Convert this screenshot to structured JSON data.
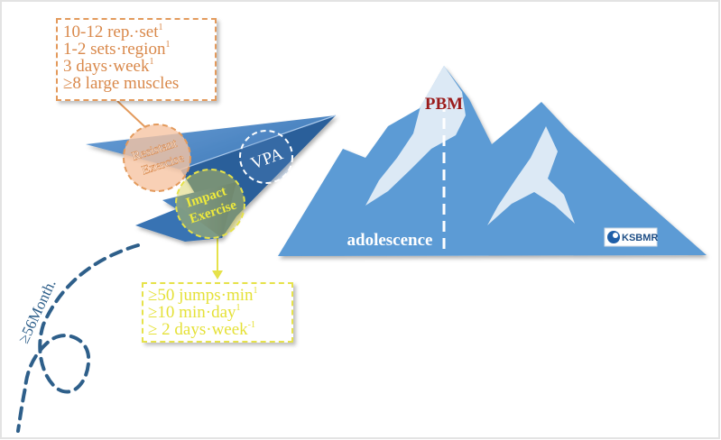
{
  "resistance_box": {
    "line1": "10-12 rep.·set",
    "line1_sup": "1",
    "line2": "1-2 sets·region",
    "line2_sup": "1",
    "line3": "3 days·week",
    "line3_sup": "1",
    "line4": "≥8 large muscles"
  },
  "impact_box": {
    "line1": "≥50 jumps·min",
    "line1_sup": "1",
    "line2": "≥10 min·day",
    "line2_sup": "1",
    "line3": "≥ 2 days·week",
    "line3_sup": "-1"
  },
  "plane": {
    "resistance_label_1": "Resistant",
    "resistance_label_2": "Exercise",
    "impact_label_1": "Impact",
    "impact_label_2": "Exercise",
    "vpa_label": "VPA"
  },
  "mountain": {
    "peak_label": "PBM",
    "base_label": "adolescence",
    "logo_text": "KSBMR"
  },
  "path_label": "≥56Month.",
  "colors": {
    "mountain": "#5b9bd5",
    "snow": "#dce9f5",
    "plane": "#3f77b5",
    "resistance": "#e39a5c",
    "impact": "#e6e24a",
    "path": "#2e5f8a",
    "pbm": "#9b1c1c"
  }
}
